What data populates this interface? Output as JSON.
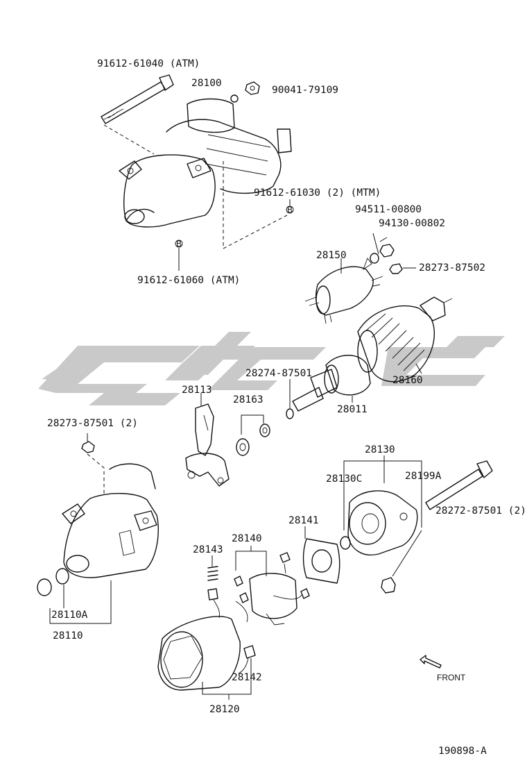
{
  "labels": {
    "bolt_atm_upper": "91612-61040 (ATM)",
    "starter_assy": "28100",
    "nut_top": "90041-79109",
    "bolt_mtm": "91612-61030 (2) (MTM)",
    "washer_94511": "94511-00800",
    "nut_94130": "94130-00802",
    "solenoid": "28150",
    "nut_28273_87502": "28273-87502",
    "bolt_atm_lower": "91612-61060 (ATM)",
    "ring_28274": "28274-87501",
    "armature": "28160",
    "pinion": "28011",
    "lever": "28113",
    "washers_28163": "28163",
    "nut_left": "28273-87501 (2)",
    "frame_28130": "28130",
    "bushing_28130c": "28130C",
    "plug_28199a": "28199A",
    "bolt_28272": "28272-87501 (2)",
    "plate_28141": "28141",
    "brush_holder": "28140",
    "spring_28143": "28143",
    "bushing_28110a": "28110A",
    "housing_28110": "28110",
    "brush_28142": "28142",
    "yoke_28120": "28120",
    "front_arrow": "FRONT",
    "figure_id": "190898-A"
  },
  "icons": {
    "front": "front-arrow-icon",
    "ref_b": "ref-b-marker-icon"
  },
  "ref_marker_letter": "B",
  "colors": {
    "line": "#111111",
    "watermark": "#c9c9c9",
    "background": "#ffffff"
  }
}
